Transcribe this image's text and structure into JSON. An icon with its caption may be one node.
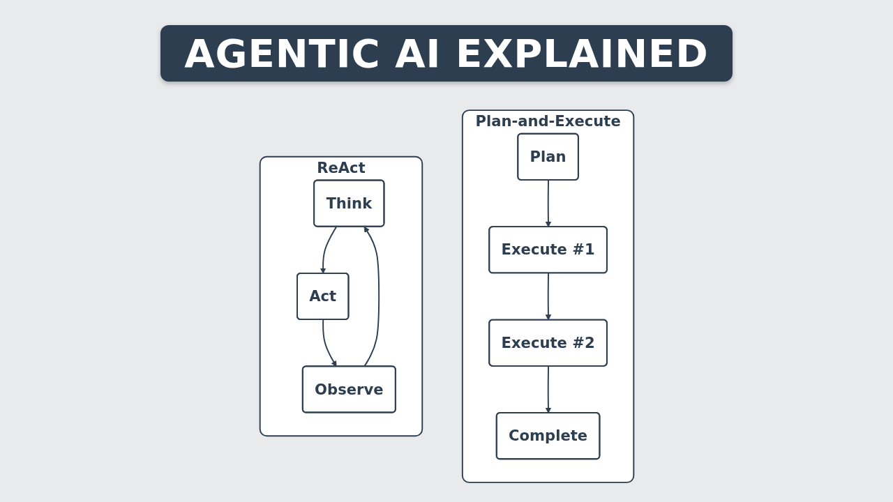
{
  "diagram": {
    "title": "AGENTIC AI EXPLAINED",
    "nodes": [
      {
        "text": [
          "ReAct"
        ]
      },
      {
        "text": [
          "Think"
        ],
        "in": 0
      },
      {
        "text": [
          "Act"
        ],
        "in": 0
      },
      {
        "text": [
          "Observe"
        ],
        "in": 0
      },
      {
        "text": [
          "Plan-and-Execute"
        ]
      },
      {
        "text": [
          "Plan"
        ],
        "in": 4
      },
      {
        "text": [
          "Execute #1"
        ],
        "in": 4
      },
      {
        "text": [
          "Execute #2"
        ],
        "in": 4
      },
      {
        "text": [
          "Complete"
        ],
        "in": 4
      }
    ],
    "edges": [
      {
        "from": 1,
        "to": 2,
        "arrow": "to"
      },
      {
        "from": 2,
        "to": 3,
        "arrow": "to"
      },
      {
        "from": 3,
        "to": 1,
        "arrow": "to"
      },
      {
        "from": 5,
        "to": 6,
        "arrow": "to"
      },
      {
        "from": 6,
        "to": 7,
        "arrow": "to"
      },
      {
        "from": 7,
        "to": 8,
        "arrow": "to"
      }
    ]
  }
}
